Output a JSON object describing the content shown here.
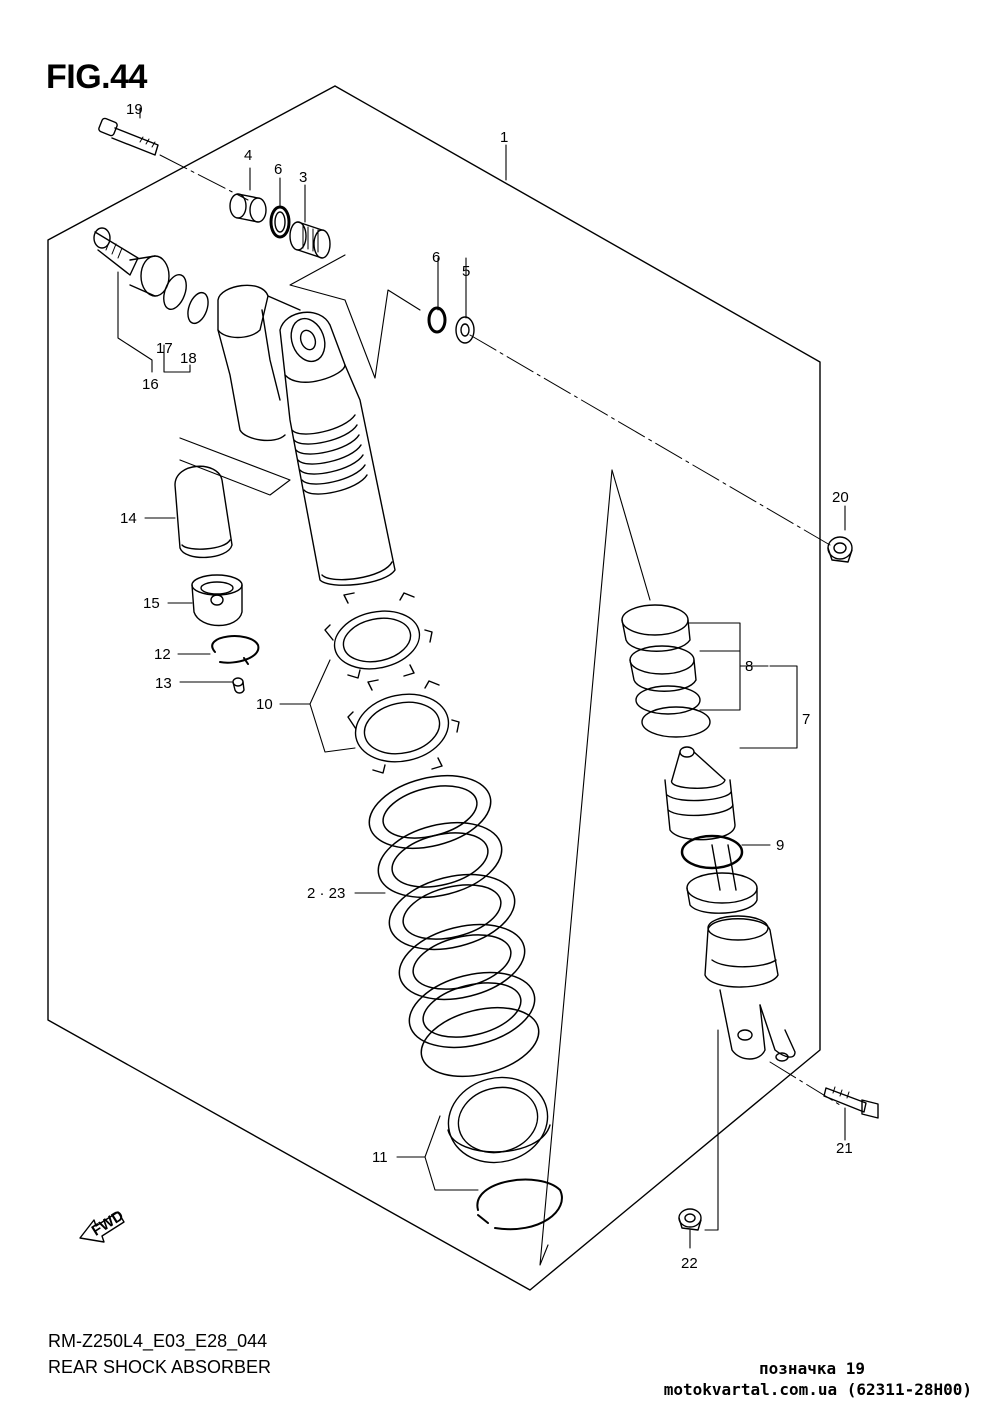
{
  "figure": {
    "number": "FIG.44",
    "code": "RM-Z250L4_E03_E28_044",
    "title": "REAR SHOCK ABSORBER"
  },
  "watermark": {
    "line1": "позначка 19",
    "line2": "motokvartal.com.ua (62311-28H00)"
  },
  "fwd_label": "FWD",
  "callouts": {
    "c1": "1",
    "c3": "3",
    "c4": "4",
    "c5": "5",
    "c6a": "6",
    "c6b": "6",
    "c7": "7",
    "c8": "8",
    "c9": "9",
    "c10": "10",
    "c11": "11",
    "c12": "12",
    "c13": "13",
    "c14": "14",
    "c15": "15",
    "c16": "16",
    "c17": "17",
    "c18": "18",
    "c19": "19",
    "c20": "20",
    "c21": "21",
    "c22": "22",
    "c223": "2 · 23"
  }
}
